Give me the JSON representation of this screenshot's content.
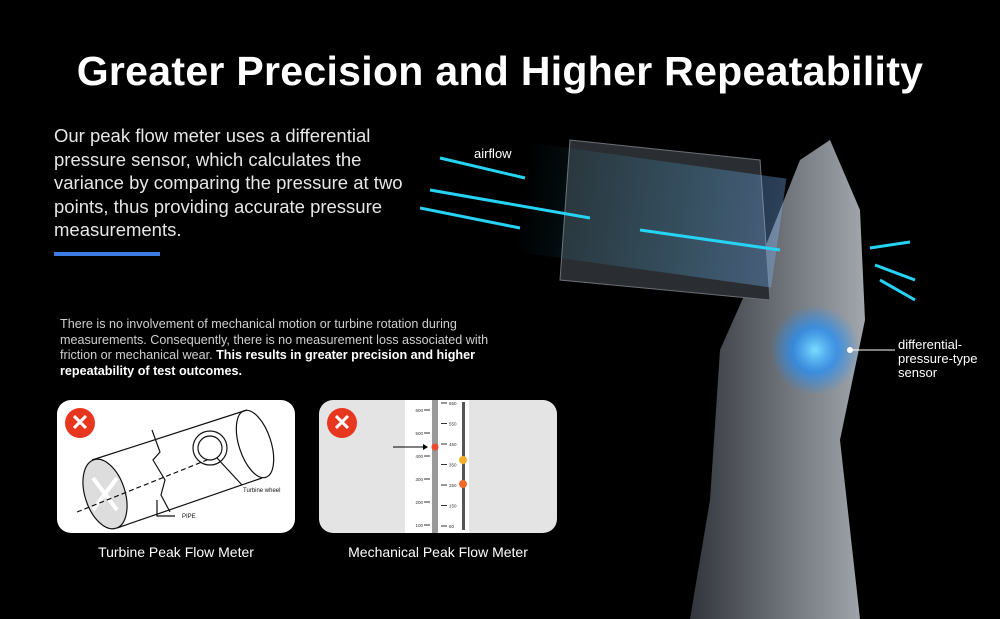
{
  "title": "Greater Precision and Higher Repeatability",
  "intro": "Our peak flow meter uses a differential pressure sensor, which calculates the variance by comparing the pressure at two points, thus providing accurate pressure measurements.",
  "detail": {
    "normal": "There is no involvement of mechanical motion or turbine rotation during measurements. Consequently, there is no measurement loss associated with friction or mechanical wear. ",
    "bold": "This results in greater precision and higher repeatability of test outcomes."
  },
  "comparisons": [
    {
      "caption": "Turbine Peak Flow Meter",
      "badge": "x-mark",
      "labels": {
        "wheel": "Turbine wheel",
        "pipe": "PIPE"
      }
    },
    {
      "caption": "Mechanical Peak Flow Meter",
      "badge": "x-mark",
      "scale_left": [
        "600",
        "500",
        "400",
        "300",
        "200",
        "100"
      ],
      "scale_right": [
        "650",
        "550",
        "450",
        "350",
        "250",
        "150",
        "60"
      ]
    }
  ],
  "device": {
    "airflow_label": "airflow",
    "sensor_label": "differential-pressure-type sensor"
  },
  "colors": {
    "accent": "#3d7be0",
    "airflow": "#27d3f5",
    "badge": "#e8371f",
    "sensor_glow": "#1e90ff"
  }
}
